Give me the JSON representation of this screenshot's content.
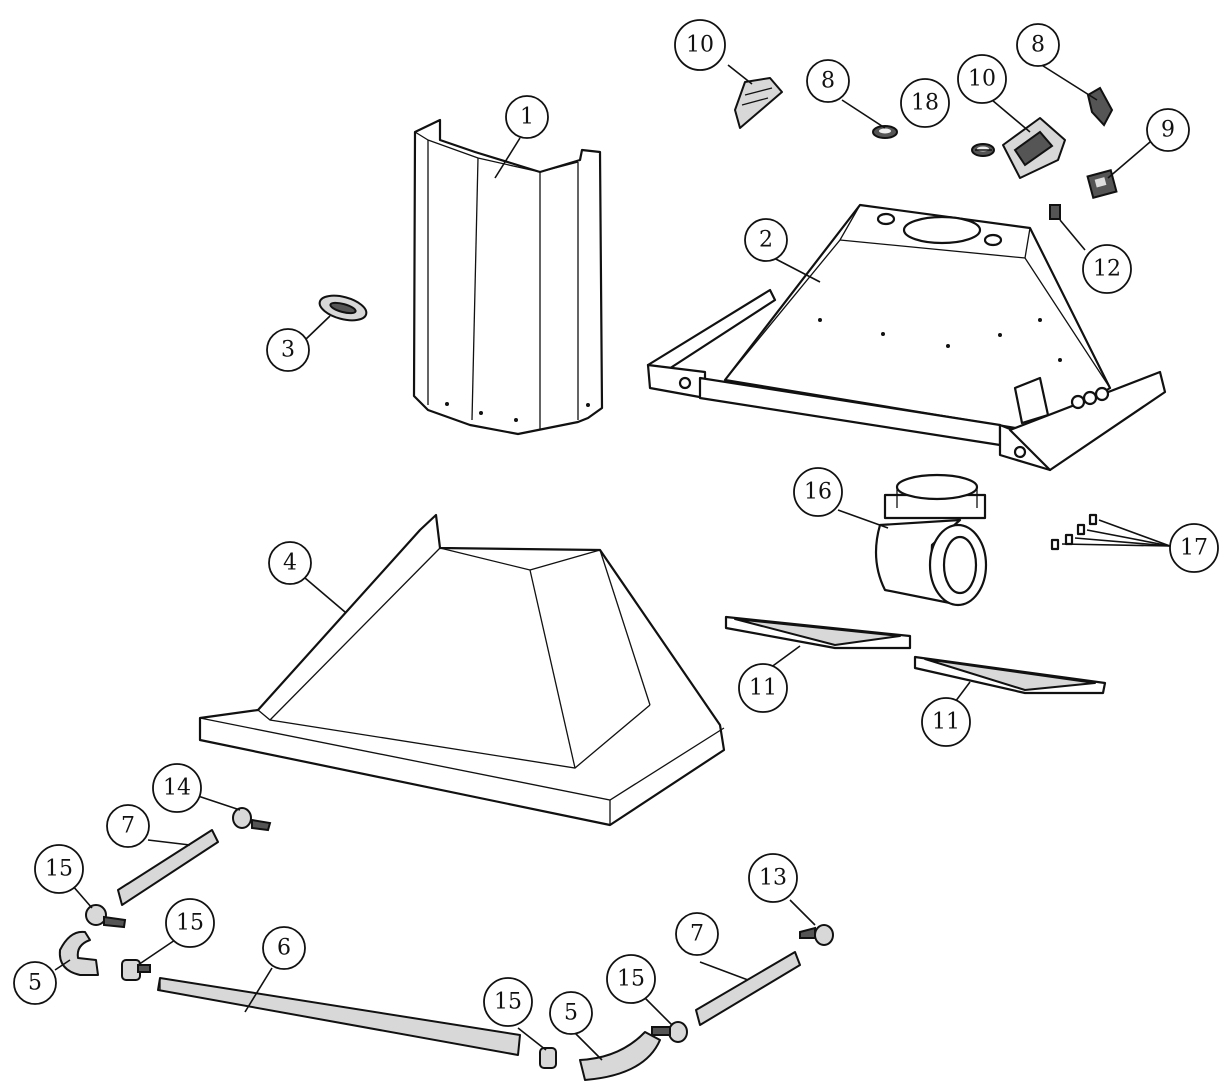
{
  "callouts": {
    "c1": "1",
    "c2": "2",
    "c3": "3",
    "c4": "4",
    "c5a": "5",
    "c5b": "5",
    "c6": "6",
    "c7a": "7",
    "c7b": "7",
    "c8a": "8",
    "c8b": "8",
    "c9": "9",
    "c10a": "10",
    "c10b": "10",
    "c11a": "11",
    "c11b": "11",
    "c12": "12",
    "c13": "13",
    "c14": "14",
    "c15a": "15",
    "c15b": "15",
    "c15c": "15",
    "c15d": "15",
    "c16": "16",
    "c17": "17",
    "c18": "18"
  }
}
